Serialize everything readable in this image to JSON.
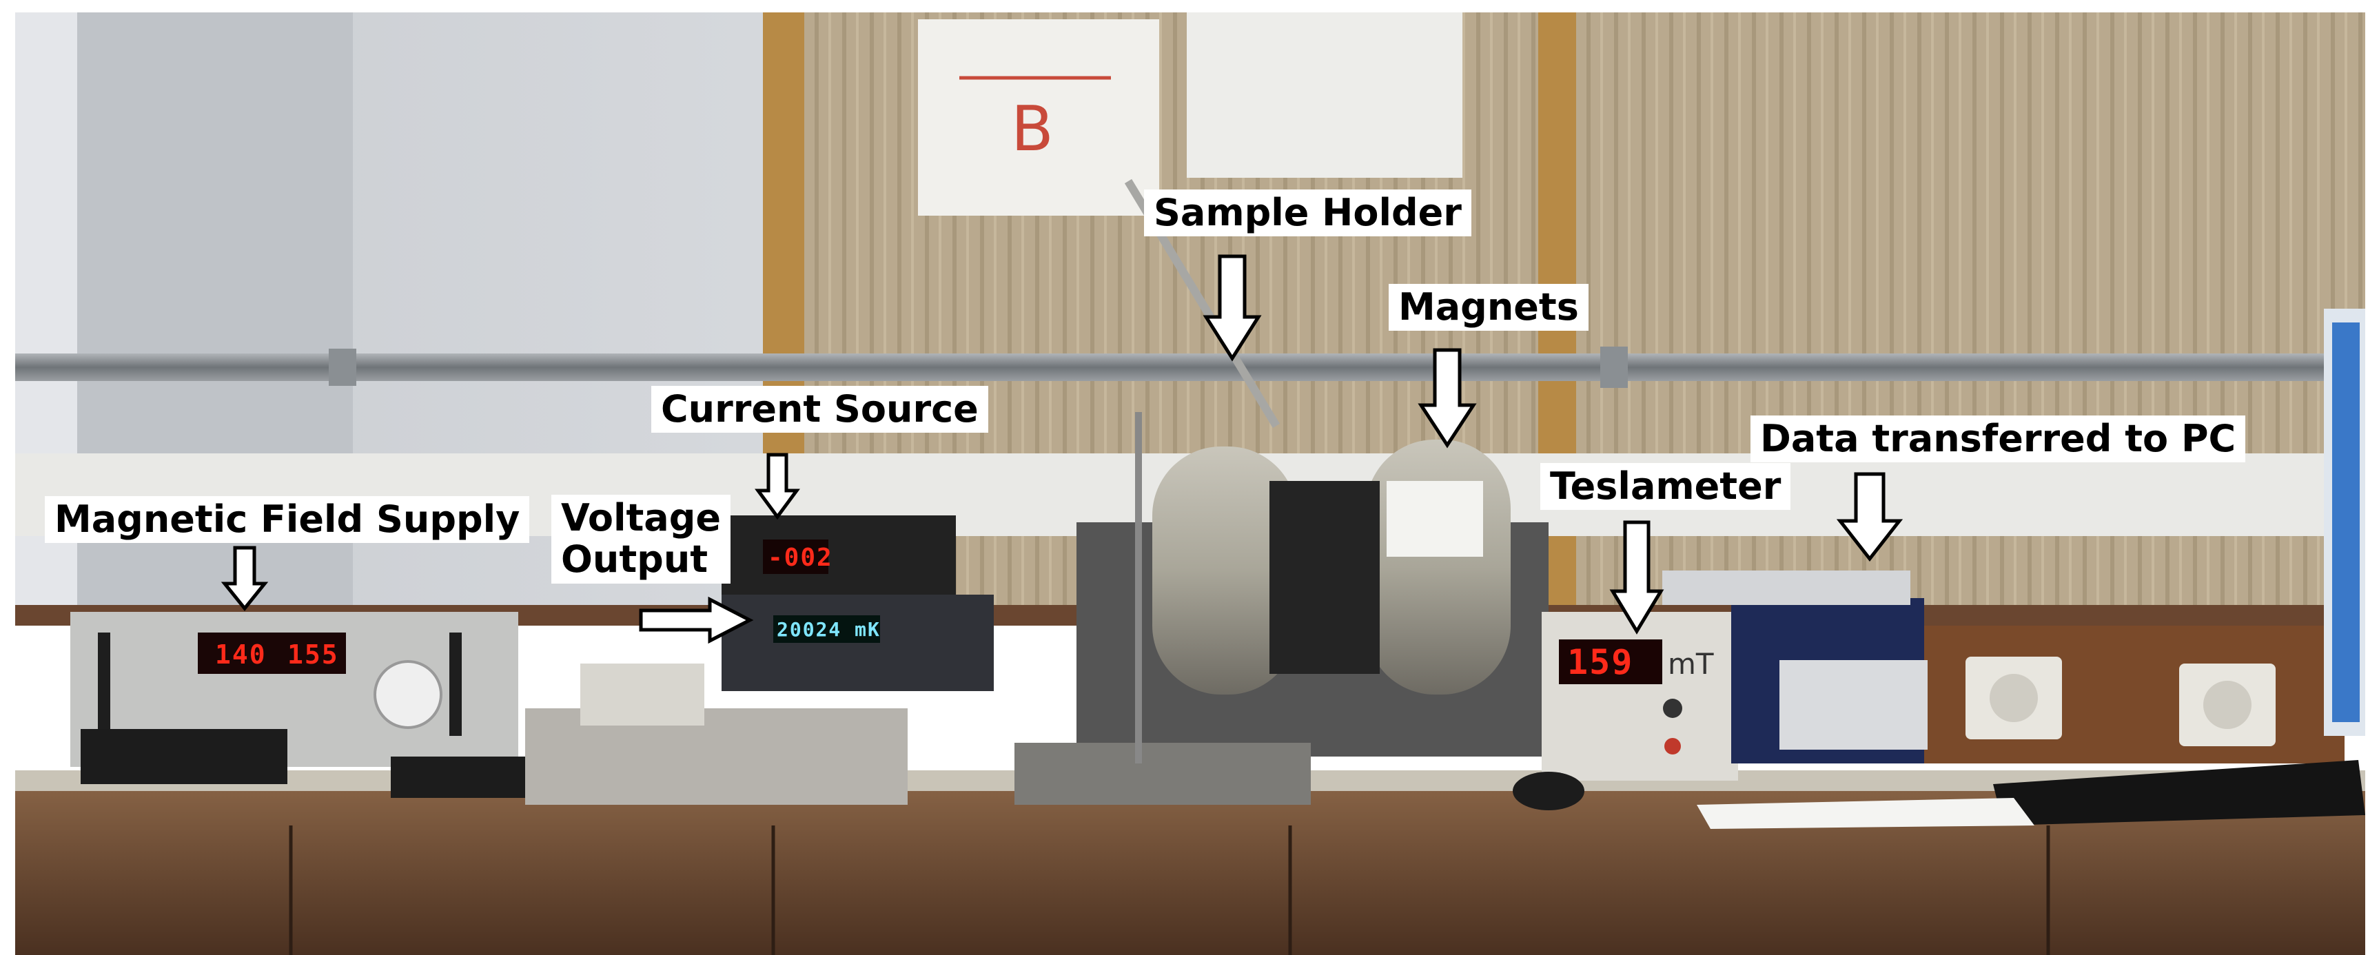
{
  "labels": {
    "sample_holder": "Sample Holder",
    "magnets": "Magnets",
    "current_source": "Current Source",
    "data_transferred": "Data transferred to PC",
    "teslameter": "Teslameter",
    "magnetic_field_supply": "Magnetic Field Supply",
    "voltage_output_line1": "Voltage",
    "voltage_output_line2": "Output"
  },
  "photo_texts": {
    "poster_letter": "B",
    "field_supply_left": "140",
    "field_supply_right": "155",
    "current_source_display": "-002",
    "voltmeter_display": "20024 mK",
    "teslameter_value": "159",
    "teslameter_unit": "mT"
  },
  "colors": {
    "label_background": "#ffffff",
    "label_text": "#000000",
    "arrow_fill": "#ffffff",
    "arrow_outline": "#000000",
    "led_red": "#ff2a1a",
    "led_cyan": "#7fe6ff"
  }
}
